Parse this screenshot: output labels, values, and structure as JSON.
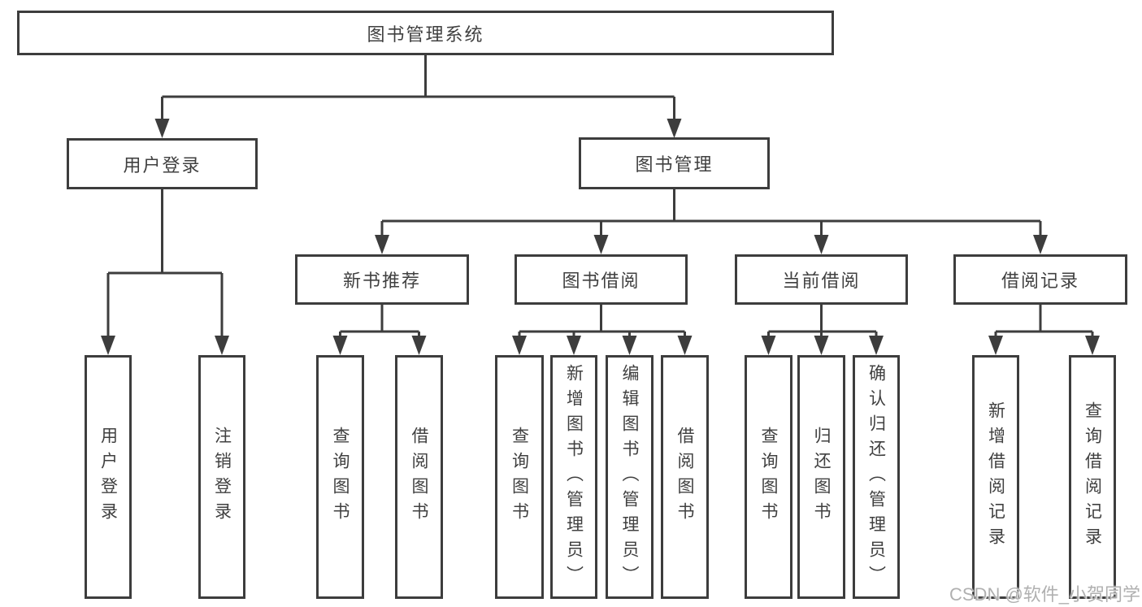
{
  "diagram": {
    "colors": {
      "line": "#3d3d3d",
      "box_border": "#3d3d3d",
      "text": "#404040",
      "background": "#ffffff",
      "watermark": "#acacac"
    },
    "tree": {
      "label": "图书管理系统",
      "children": [
        {
          "label": "用户登录",
          "children": [
            {
              "label": "用户登录"
            },
            {
              "label": "注销登录"
            }
          ]
        },
        {
          "label": "图书管理",
          "children": [
            {
              "label": "新书推荐",
              "children": [
                {
                  "label": "查询图书"
                },
                {
                  "label": "借阅图书"
                }
              ]
            },
            {
              "label": "图书借阅",
              "children": [
                {
                  "label": "查询图书"
                },
                {
                  "label": "新增图书（管理员）"
                },
                {
                  "label": "编辑图书（管理员）"
                },
                {
                  "label": "借阅图书"
                }
              ]
            },
            {
              "label": "当前借阅",
              "children": [
                {
                  "label": "查询图书"
                },
                {
                  "label": "归还图书"
                },
                {
                  "label": "确认归还（管理员）"
                }
              ]
            },
            {
              "label": "借阅记录",
              "children": [
                {
                  "label": "新增借阅记录"
                },
                {
                  "label": "查询借阅记录"
                }
              ]
            }
          ]
        }
      ]
    },
    "watermark": {
      "text": "CSDN @软件_小贺同学"
    }
  }
}
